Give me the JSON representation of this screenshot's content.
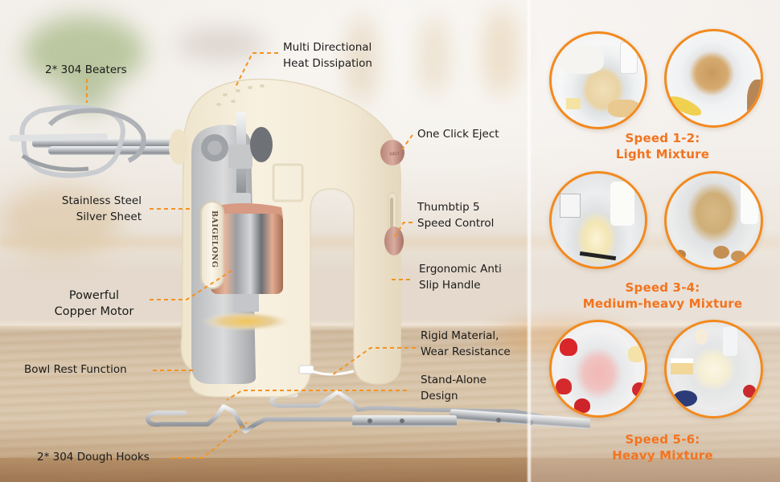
{
  "product": {
    "brand": "BAIGELONG",
    "type": "hand mixer"
  },
  "callouts": [
    {
      "id": "beaters",
      "line1": "2* 304 Beaters",
      "line2": ""
    },
    {
      "id": "heat",
      "line1": "Multi Directional",
      "line2": "Heat Dissipation"
    },
    {
      "id": "eject",
      "line1": "One Click Eject",
      "line2": ""
    },
    {
      "id": "steel",
      "line1": "Stainless Steel",
      "line2": "Silver Sheet"
    },
    {
      "id": "speed",
      "line1": "Thumbtip 5",
      "line2": "Speed Control"
    },
    {
      "id": "handle",
      "line1": "Ergonomic Anti",
      "line2": "Slip Handle"
    },
    {
      "id": "motor",
      "line1": "Powerful",
      "line2": "Copper Motor"
    },
    {
      "id": "rigid",
      "line1": "Rigid Material,",
      "line2": "Wear Resistance"
    },
    {
      "id": "bowl",
      "line1": "Bowl Rest Function",
      "line2": ""
    },
    {
      "id": "standalone",
      "line1": "Stand-Alone",
      "line2": "Design"
    },
    {
      "id": "hooks",
      "line1": "2* 304 Dough Hooks",
      "line2": ""
    }
  ],
  "speeds": [
    {
      "line1": "Speed 1-2:",
      "line2": "Light Mixture",
      "images": [
        "bread dough in glass bowl",
        "peanut butter in glass bowl"
      ]
    },
    {
      "line1": "Speed 3-4:",
      "line2": "Medium-heavy Mixture",
      "images": [
        "butter and milk",
        "chocolate chip cookie dough"
      ]
    },
    {
      "line1": "Speed 5-6:",
      "line2": "Heavy Mixture",
      "images": [
        "strawberry whipped cream",
        "whipped cream with berries"
      ]
    }
  ],
  "colors": {
    "accent": "#f2741f",
    "circle_border": "#f28a1e",
    "leader_dash": "#f39422",
    "mixer_body": "#f4ecd8",
    "rose_gold_button": "#c9968a"
  }
}
